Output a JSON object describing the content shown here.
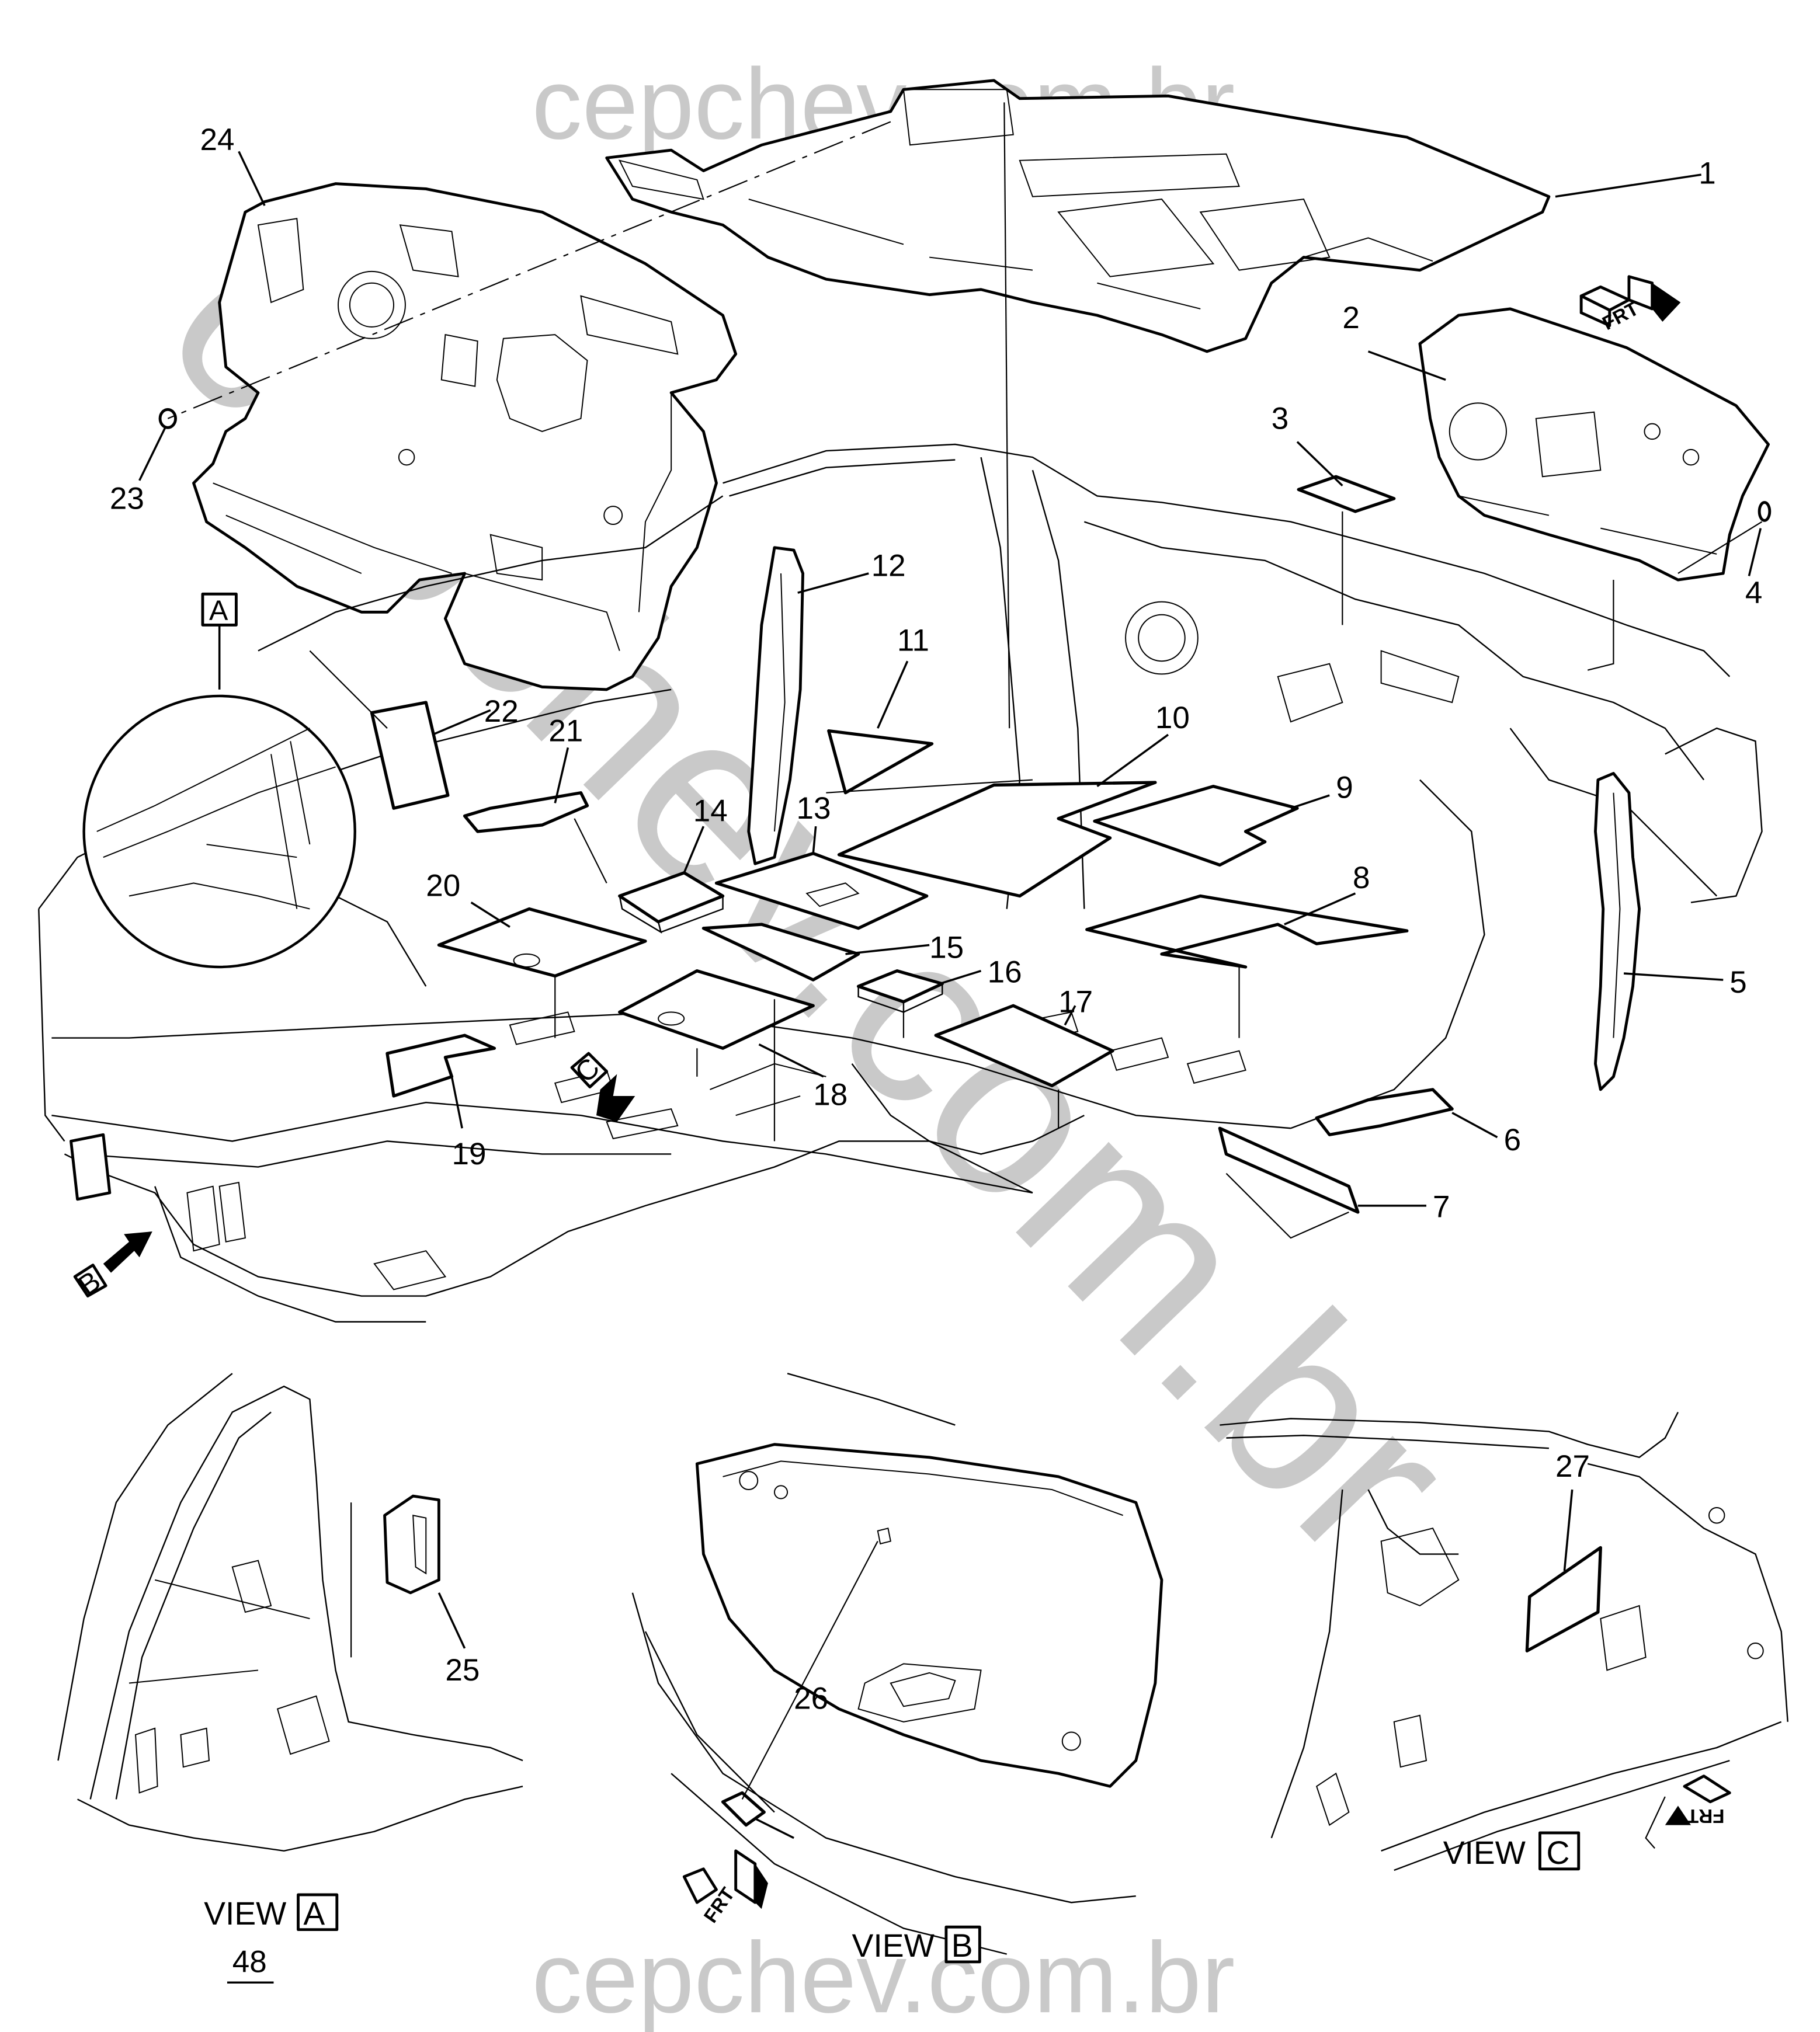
{
  "watermark": {
    "top_text": "cepchev.com.br",
    "bottom_text": "cepchev.com.br",
    "diagonal_text": "cepchev.com.br",
    "color": "#c9c9c9"
  },
  "callouts": [
    {
      "id": "1",
      "label": "1"
    },
    {
      "id": "2",
      "label": "2"
    },
    {
      "id": "3",
      "label": "3"
    },
    {
      "id": "4",
      "label": "4"
    },
    {
      "id": "5",
      "label": "5"
    },
    {
      "id": "6",
      "label": "6"
    },
    {
      "id": "7",
      "label": "7"
    },
    {
      "id": "8",
      "label": "8"
    },
    {
      "id": "9",
      "label": "9"
    },
    {
      "id": "10",
      "label": "10"
    },
    {
      "id": "11",
      "label": "11"
    },
    {
      "id": "12",
      "label": "12"
    },
    {
      "id": "13",
      "label": "13"
    },
    {
      "id": "14",
      "label": "14"
    },
    {
      "id": "15",
      "label": "15"
    },
    {
      "id": "16",
      "label": "16"
    },
    {
      "id": "17",
      "label": "17"
    },
    {
      "id": "18",
      "label": "18"
    },
    {
      "id": "19",
      "label": "19"
    },
    {
      "id": "20",
      "label": "20"
    },
    {
      "id": "21",
      "label": "21"
    },
    {
      "id": "22",
      "label": "22"
    },
    {
      "id": "23",
      "label": "23"
    },
    {
      "id": "24",
      "label": "24"
    },
    {
      "id": "25",
      "label": "25"
    },
    {
      "id": "26",
      "label": "26"
    },
    {
      "id": "27",
      "label": "27"
    }
  ],
  "view_markers": {
    "a": "A",
    "b": "B",
    "c": "C"
  },
  "views": {
    "a": {
      "prefix": "VIEW",
      "letter": "A",
      "ref_number": "48"
    },
    "b": {
      "prefix": "VIEW",
      "letter": "B"
    },
    "c": {
      "prefix": "VIEW",
      "letter": "C"
    }
  },
  "direction_indicators": {
    "front_label": "FRT"
  },
  "icons": {
    "front_arrow": "frt-arrow-icon",
    "view_arrow": "view-direction-arrow-icon",
    "detail_circle": "detail-magnifier-circle"
  }
}
